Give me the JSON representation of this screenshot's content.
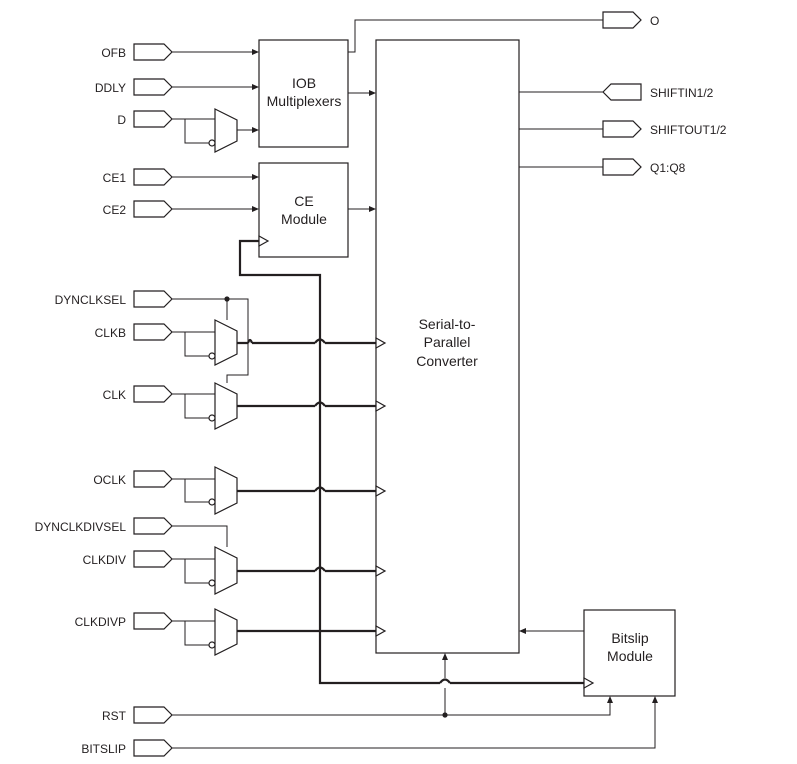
{
  "inputs": {
    "ofb": "OFB",
    "ddly": "DDLY",
    "d": "D",
    "ce1": "CE1",
    "ce2": "CE2",
    "dynclksel": "DYNCLKSEL",
    "clkb": "CLKB",
    "clk": "CLK",
    "oclk": "OCLK",
    "dynclkdivsel": "DYNCLKDIVSEL",
    "clkdiv": "CLKDIV",
    "clkdivp": "CLKDIVP",
    "rst": "RST",
    "bitslip": "BITSLIP"
  },
  "outputs": {
    "o": "O",
    "shiftin": "SHIFTIN1/2",
    "shiftout": "SHIFTOUT1/2",
    "q": "Q1:Q8"
  },
  "blocks": {
    "iob": [
      "IOB",
      "Multiplexers"
    ],
    "ce": [
      "CE",
      "Module"
    ],
    "s2p": [
      "Serial-to-",
      "Parallel",
      "Converter"
    ],
    "bitslip": [
      "Bitslip",
      "Module"
    ]
  },
  "colors": {
    "line": "#231f20",
    "background": "#ffffff"
  }
}
